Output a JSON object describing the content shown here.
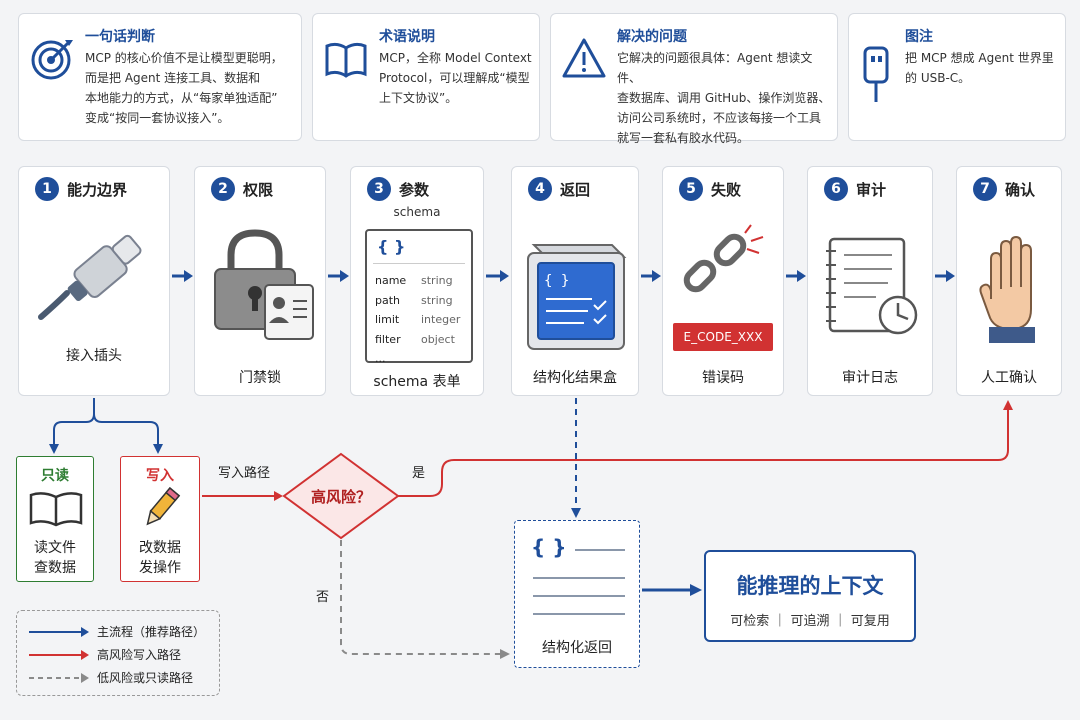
{
  "info_cards": [
    {
      "title": "一句话判断",
      "body": "MCP 的核心价值不是让模型更聪明，\n而是把 Agent 连接工具、数据和\n本地能力的方式，从“每家单独适配”\n变成“按同一套协议接入”。",
      "icon": "target-icon"
    },
    {
      "title": "术语说明",
      "body": "MCP，全称 Model Context\nProtocol，可以理解成“模型\n上下文协议”。",
      "icon": "book-icon"
    },
    {
      "title": "解决的问题",
      "body": "它解决的问题很具体：Agent 想读文件、\n查数据库、调用 GitHub、操作浏览器、\n访问公司系统时，不应该每接一个工具\n就写一套私有胶水代码。",
      "icon": "warning-icon"
    },
    {
      "title": "图注",
      "body": "把 MCP 想成 Agent 世界里\n的 USB-C。",
      "icon": "usb-icon"
    }
  ],
  "steps": [
    {
      "num": "1",
      "title": "能力边界",
      "caption": "接入插头",
      "icon": "plug-icon"
    },
    {
      "num": "2",
      "title": "权限",
      "caption": "门禁锁",
      "icon": "lock-icon"
    },
    {
      "num": "3",
      "title": "参数",
      "subtitle": "schema",
      "caption": "schema 表单",
      "icon": "form-icon"
    },
    {
      "num": "4",
      "title": "返回",
      "caption": "结构化结果盒",
      "icon": "result-box-icon"
    },
    {
      "num": "5",
      "title": "失败",
      "caption": "错误码",
      "icon": "broken-chain-icon",
      "error_code": "E_CODE_XXX"
    },
    {
      "num": "6",
      "title": "审计",
      "caption": "审计日志",
      "icon": "audit-log-icon"
    },
    {
      "num": "7",
      "title": "确认",
      "caption": "人工确认",
      "icon": "hand-icon"
    }
  ],
  "schema_form": {
    "brace": "{ }",
    "rows": [
      {
        "k": "name",
        "v": "string"
      },
      {
        "k": "path",
        "v": "string"
      },
      {
        "k": "limit",
        "v": "integer"
      },
      {
        "k": "filter",
        "v": "object"
      }
    ],
    "more": "..."
  },
  "readonly_box": {
    "title": "只读",
    "caption_1": "读文件",
    "caption_2": "查数据"
  },
  "write_box": {
    "title": "写入",
    "caption_1": "改数据",
    "caption_2": "发操作"
  },
  "decision": {
    "label": "高风险？",
    "write_path": "写入路径",
    "yes": "是",
    "no": "否"
  },
  "structured_return": {
    "brace": "{ }",
    "caption": "结构化返回"
  },
  "context_box": {
    "title": "能推理的上下文",
    "subtitle": "可检索 ｜ 可追溯 ｜ 可复用"
  },
  "legend": [
    {
      "label": "主流程（推荐路径）",
      "color": "#1f4e9a",
      "style": "solid"
    },
    {
      "label": "高风险写入路径",
      "color": "#d13232",
      "style": "solid"
    },
    {
      "label": "低风险或只读路径",
      "color": "#8a8a8a",
      "style": "dashed"
    }
  ],
  "colors": {
    "primary": "#1f4e9a",
    "danger": "#d13232",
    "success": "#2e7d32",
    "muted": "#8a8a8a"
  }
}
